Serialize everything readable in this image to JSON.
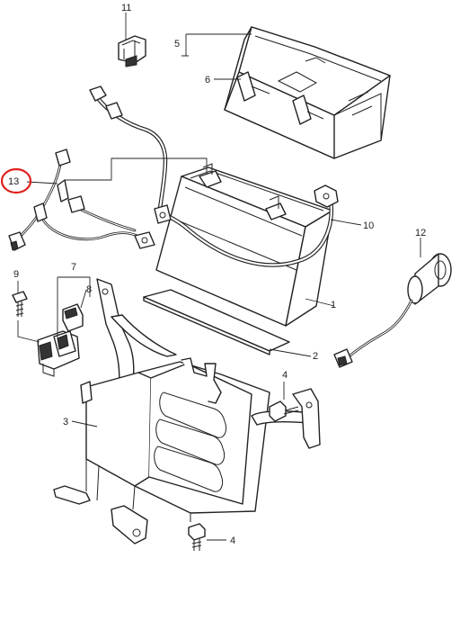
{
  "diagram": {
    "callouts": [
      {
        "id": "callout-11",
        "text": "11"
      },
      {
        "id": "callout-5",
        "text": "5"
      },
      {
        "id": "callout-6",
        "text": "6"
      },
      {
        "id": "callout-13",
        "text": "13"
      },
      {
        "id": "callout-10",
        "text": "10"
      },
      {
        "id": "callout-12",
        "text": "12"
      },
      {
        "id": "callout-1",
        "text": "1"
      },
      {
        "id": "callout-9",
        "text": "9"
      },
      {
        "id": "callout-7",
        "text": "7"
      },
      {
        "id": "callout-8",
        "text": "8"
      },
      {
        "id": "callout-2",
        "text": "2"
      },
      {
        "id": "callout-4a",
        "text": "4"
      },
      {
        "id": "callout-3",
        "text": "3"
      },
      {
        "id": "callout-4b",
        "text": "4"
      }
    ],
    "highlight": {
      "label": "13",
      "color": "#e0201e"
    }
  }
}
